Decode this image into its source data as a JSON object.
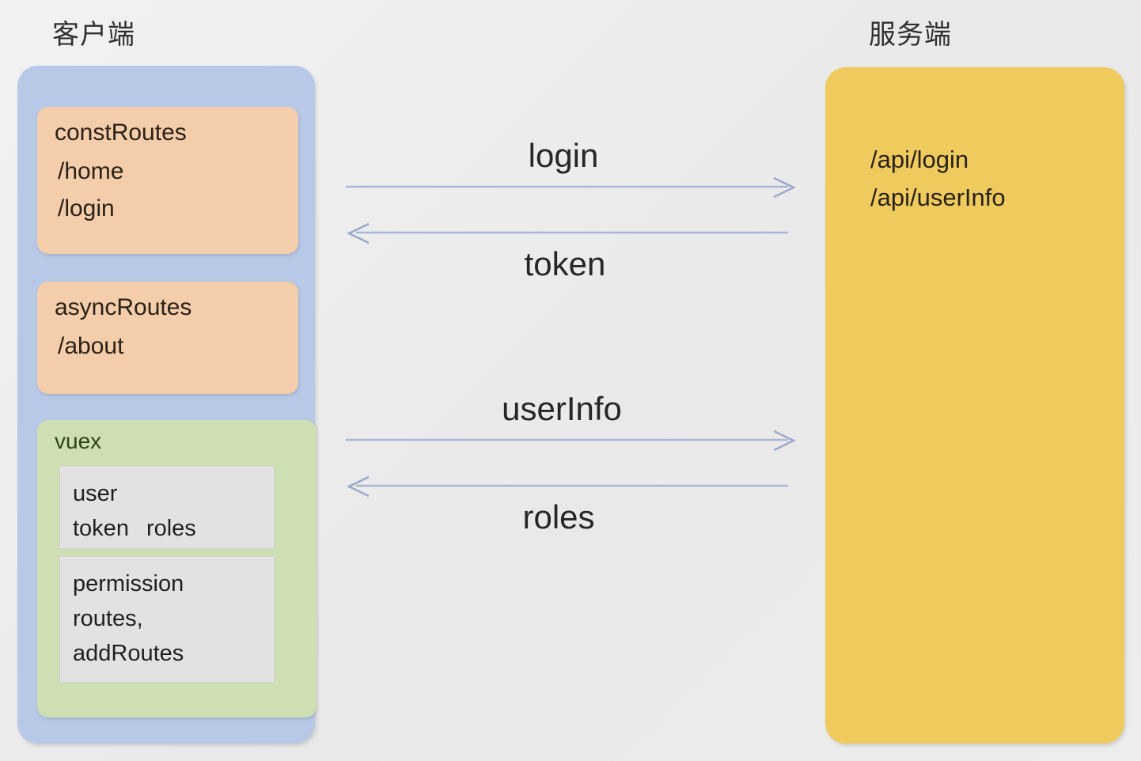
{
  "diagram": {
    "client_title": "客户端",
    "server_title": "服务端",
    "client": {
      "const_routes": {
        "heading": "constRoutes",
        "routes": "/home\n/login",
        "route_1": "/home",
        "route_2": "/login"
      },
      "async_routes": {
        "heading": "asyncRoutes",
        "route_1": "/about"
      },
      "vuex": {
        "label": "vuex",
        "state_box": {
          "line_1": "user",
          "line_2a": "token",
          "line_2b": "roles"
        },
        "getters_box": {
          "line_1": "permission",
          "line_2": "routes,",
          "line_3": "addRoutes"
        }
      }
    },
    "server": {
      "endpoint_1": "/api/login",
      "endpoint_2": "/api/userInfo"
    },
    "flows": [
      {
        "label": "login",
        "direction": "client-to-server"
      },
      {
        "label": "token",
        "direction": "server-to-client"
      },
      {
        "label": "userInfo",
        "direction": "client-to-server"
      },
      {
        "label": "roles",
        "direction": "server-to-client"
      }
    ],
    "colors": {
      "background": "#ececec",
      "client_container": "#b8c9e8",
      "server_container": "#eecb5c",
      "card_orange": "#f4cdaa",
      "card_green": "#cfdfb4",
      "subbox_gray": "#e2e2e2",
      "arrow": "#a9b6d4",
      "text": "#2a2118",
      "vuex_label": "#2d4414"
    }
  }
}
